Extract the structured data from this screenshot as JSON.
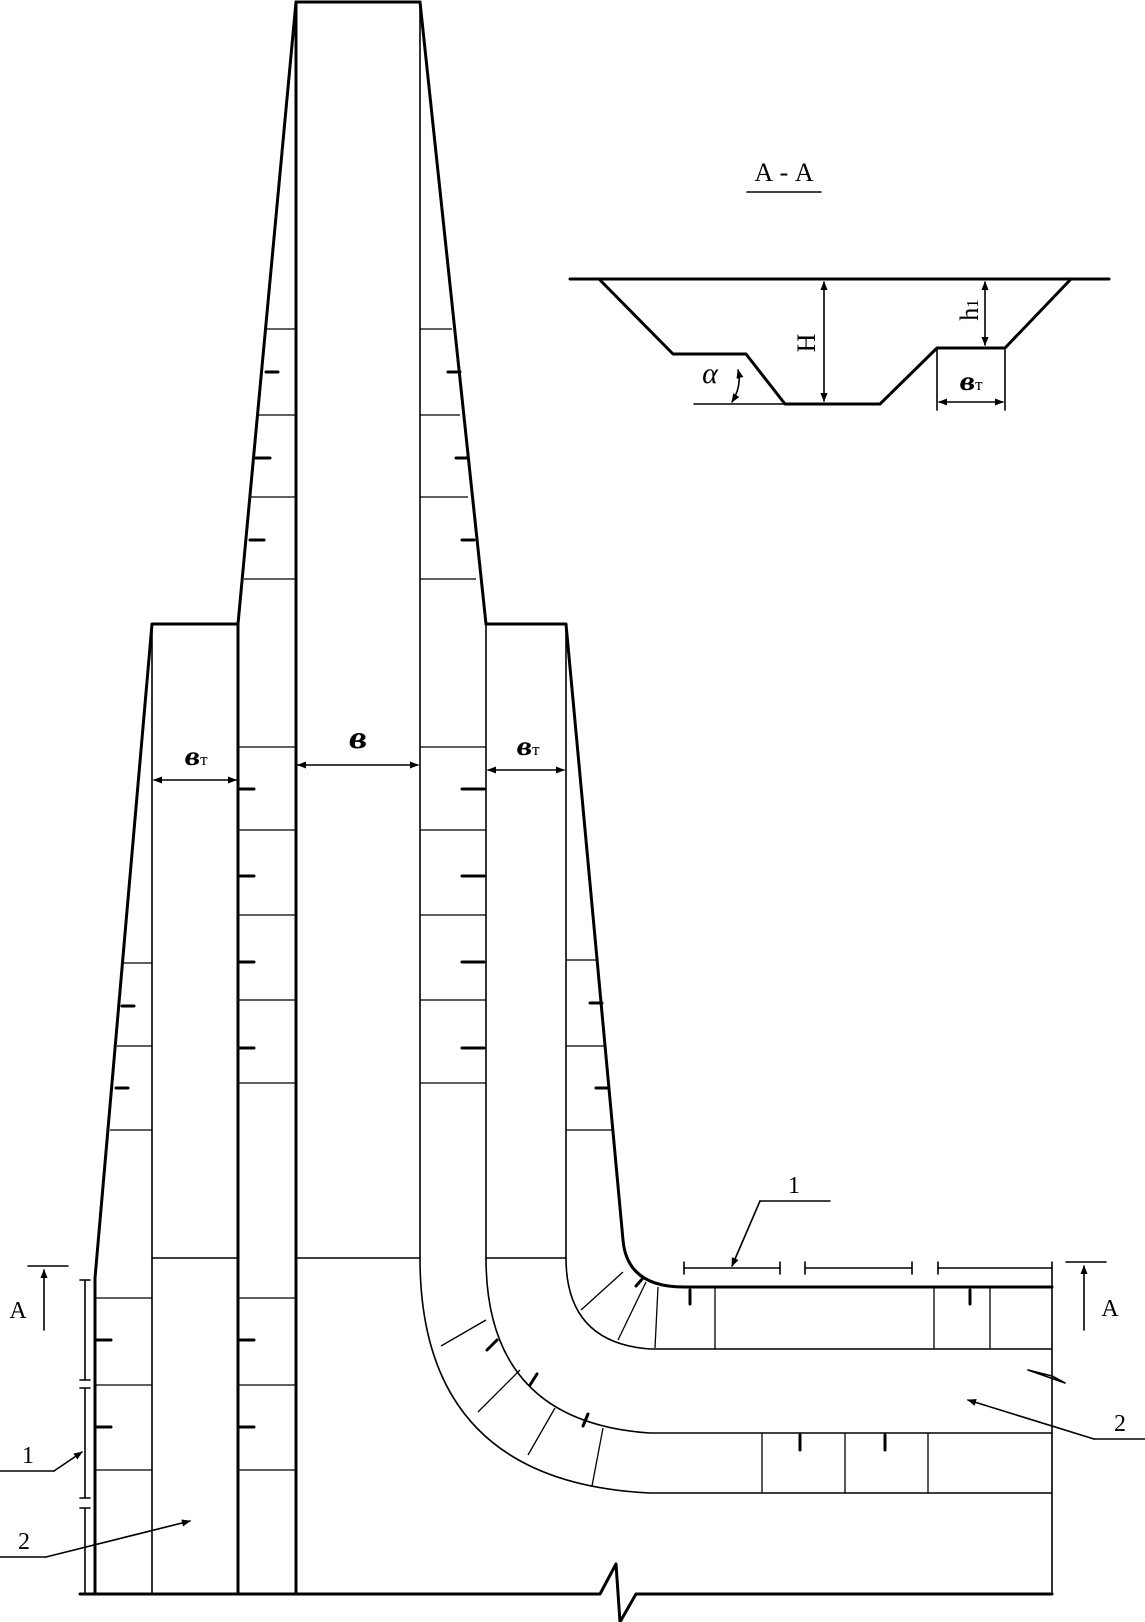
{
  "section": {
    "title": "А - А",
    "dim_H": "H",
    "dim_h1": "h",
    "dim_h1_sub": "1",
    "angle": "α",
    "dim_bt": "в",
    "dim_bt_sub": "т"
  },
  "plan": {
    "width_main": "в",
    "width_berm": "в",
    "width_berm_sub": "т",
    "cut_mark": "А",
    "callout_1": "1",
    "callout_2": "2"
  }
}
